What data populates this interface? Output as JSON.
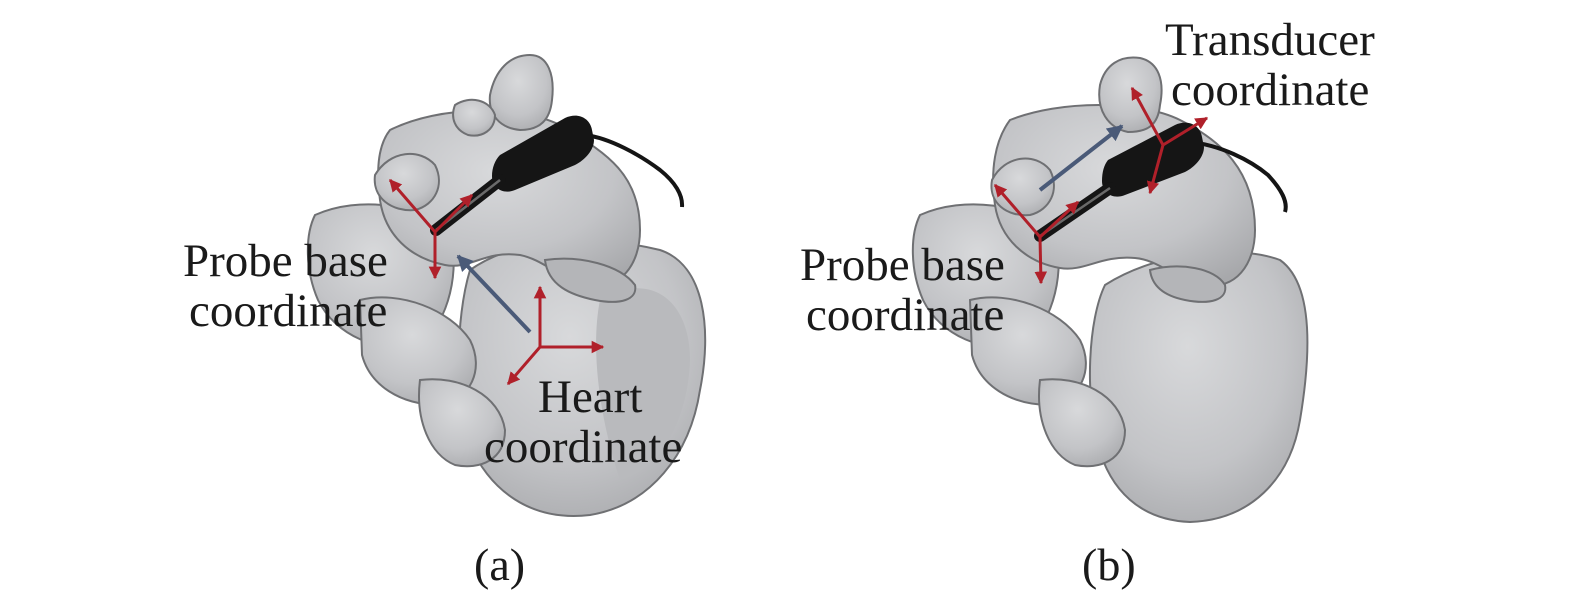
{
  "panels": [
    {
      "caption": "(a)",
      "labels": {
        "probe_base": [
          "Probe base",
          "coordinate"
        ],
        "heart": [
          "Heart",
          "coordinate"
        ]
      }
    },
    {
      "caption": "(b)",
      "labels": {
        "probe_base": [
          "Probe base",
          "coordinate"
        ],
        "transducer": [
          "Transducer",
          "coordinate"
        ]
      }
    }
  ],
  "colors": {
    "heart_fill": "#c9cacc",
    "heart_shadow": "#a9aaad",
    "heart_edge": "#6f7073",
    "probe": "#151515",
    "axis": "#b0202a",
    "motion_arrow": "#4a5a78",
    "text": "#1a1a1a"
  },
  "icons": [
    "heart-model",
    "ultrasound-probe",
    "coordinate-frame-icon",
    "motion-arrow-icon"
  ]
}
